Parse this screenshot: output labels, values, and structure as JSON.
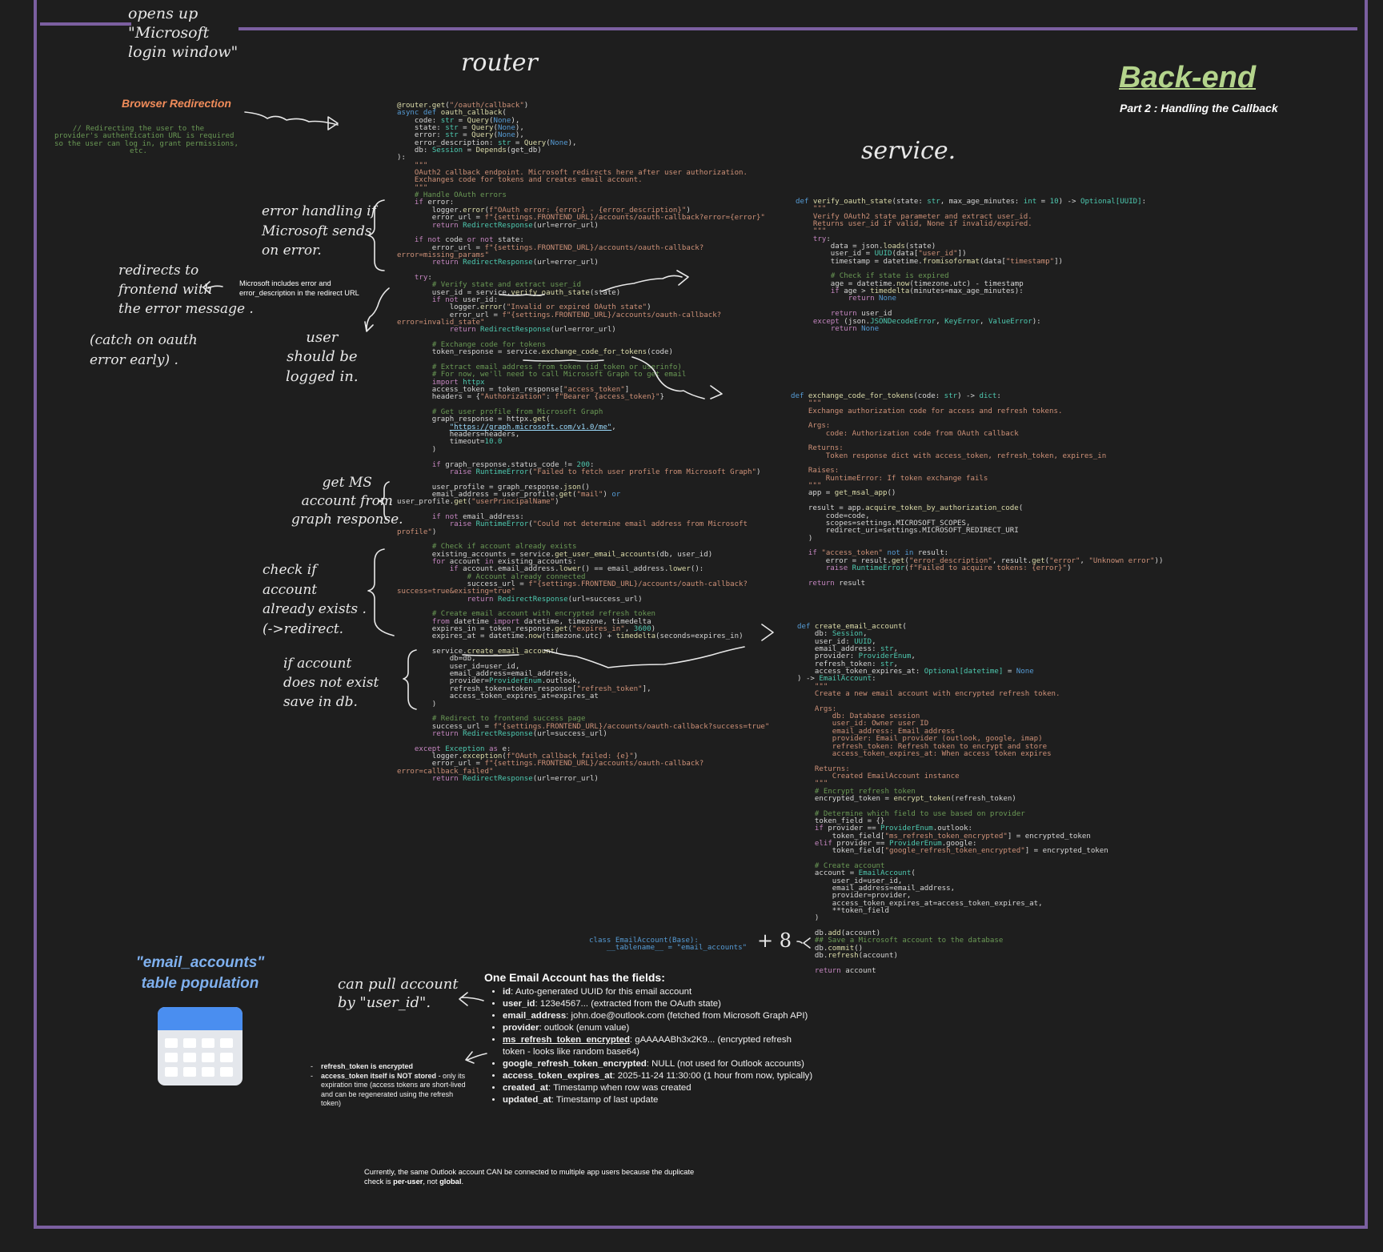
{
  "title": "Back-end",
  "subtitle": "Part 2 : Handling the Callback",
  "sections": {
    "browser_redirection": {
      "title": "Browser Redirection",
      "comment": "// Redirecting the user to the\nprovider's authentication URL is required\nso the user can log in, grant permissions,\netc."
    },
    "table": {
      "title": "\"email_accounts\"\ntable population"
    }
  },
  "handwritten": {
    "opens_window": "opens up\n\"Microsoft\nlogin window\"",
    "router": "router",
    "service": "service.",
    "error_handling": "error handling if\nMicrosoft sends\non error.",
    "redirects": "redirects to\nfrontend with\nthe error message .",
    "catch_early": "(catch on oauth\nerror early) .",
    "user_logged": "user\nshould be\nlogged in.",
    "get_ms": "get MS\naccount from\ngraph response.",
    "check_account": "check if\naccount\nalready exists .\n(->redirect.",
    "not_exist": "if account\ndoes not exist\nsave in db.",
    "pull_account": "can pull account\nby \"user_id\".",
    "plus_eight": "+ 8"
  },
  "annotations": {
    "ms_error_note": "Microsoft includes error and\nerror_description in the redirect URL"
  },
  "code": {
    "class_def": "class EmailAccount(Base):\n    __tablename__ = \"email_accounts\""
  },
  "fields_panel": {
    "heading": "One Email Account has the fields:",
    "items": [
      {
        "key": "id",
        "value": "Auto-generated UUID for this email account"
      },
      {
        "key": "user_id",
        "value": "123e4567... (extracted from the OAuth state)"
      },
      {
        "key": "email_address",
        "value": "john.doe@outlook.com (fetched from Microsoft Graph API)"
      },
      {
        "key": "provider",
        "value": "outlook (enum value)"
      },
      {
        "key": "ms_refresh_token_encrypted",
        "value": "gAAAAABh3x2K9... (encrypted refresh token - looks like random base64)"
      },
      {
        "key": "google_refresh_token_encrypted",
        "value": "NULL (not used for Outlook accounts)"
      },
      {
        "key": "access_token_expires_at",
        "value": "2025-11-24 11:30:00 (1 hour from now, typically)"
      },
      {
        "key": "created_at",
        "value": "Timestamp when row was created"
      },
      {
        "key": "updated_at",
        "value": "Timestamp of last update"
      }
    ]
  },
  "token_notes": {
    "item1": "refresh_token is encrypted",
    "item2_bold": "access_token itself is NOT stored",
    "item2_rest": " - only its expiration time (access tokens are short-lived and can be regenerated using the refresh token)"
  },
  "footer_note": {
    "text1": "Currently, the same Outlook account CAN be connected to multiple app users because the duplicate check is ",
    "bold1": "per-user",
    "text2": ", not ",
    "bold2": "global",
    "text3": "."
  },
  "colors": {
    "frame": "#7b5fa0",
    "title": "#b4d48c",
    "browser_redirection": "#f08c5a",
    "table_title": "#7fb0ee",
    "calendar_blue": "#4a8ef0"
  }
}
